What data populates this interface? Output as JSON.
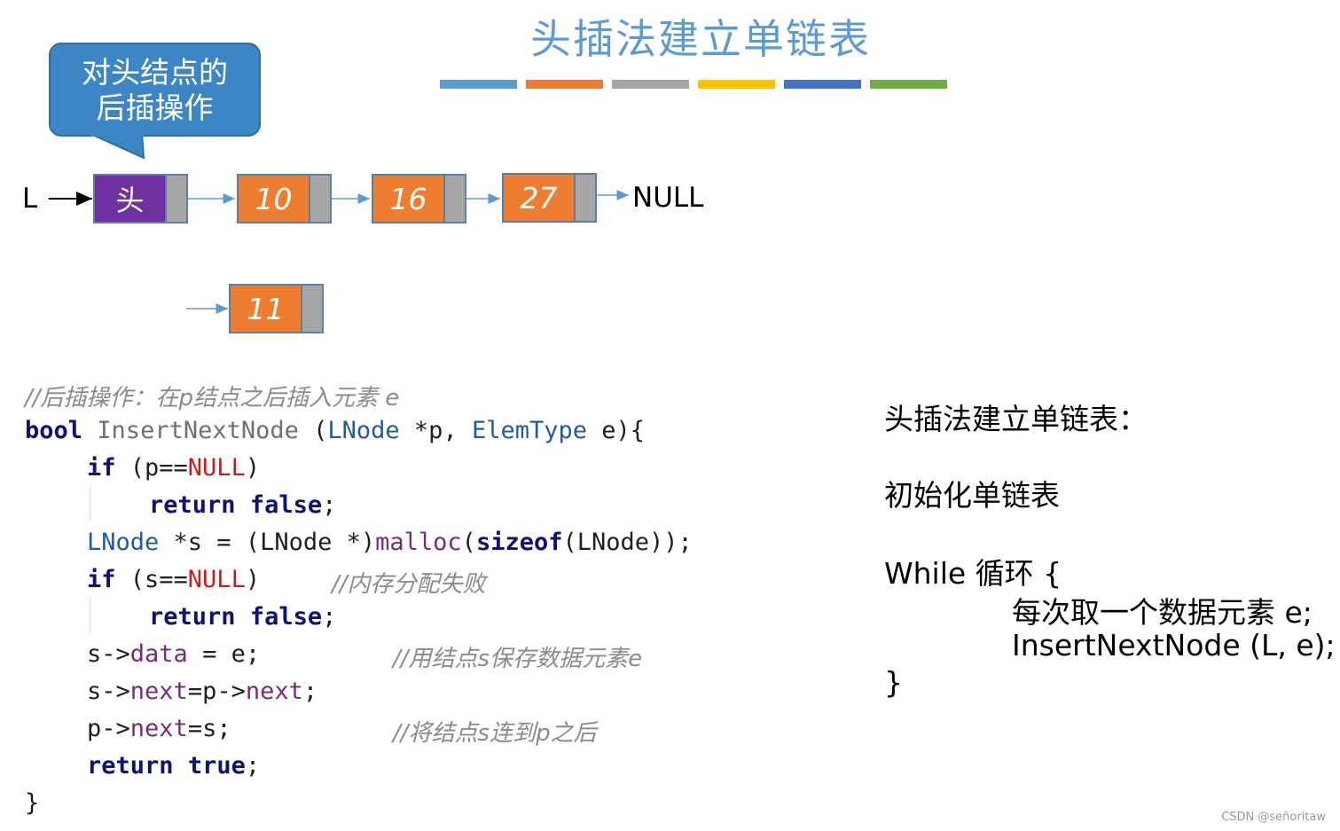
{
  "title": "头插法建立单链表",
  "title_bar_colors": [
    "#5b9bd5",
    "#ed7d31",
    "#a5a5a5",
    "#ffc000",
    "#4472c4",
    "#70ad47"
  ],
  "callout": {
    "line1": "对头结点的",
    "line2": "后插操作"
  },
  "diagram": {
    "list_pointer": "L",
    "nodes": [
      {
        "label": "头",
        "color": "#7030a0"
      },
      {
        "label": "10",
        "color": "#ed7d31"
      },
      {
        "label": "16",
        "color": "#ed7d31"
      },
      {
        "label": "27",
        "color": "#ed7d31"
      }
    ],
    "null_label": "NULL",
    "new_node": {
      "label": "11",
      "color": "#ed7d31"
    }
  },
  "code": {
    "comment1": "//后插操作：在p结点之后插入元素 e",
    "kw_bool": "bool",
    "fn_name": "InsertNextNode",
    "sig_open": " (",
    "ty_lnode": "LNode",
    "sig_p": " *p, ",
    "ty_elem": "ElemType",
    "sig_e": " e){",
    "kw_if": "if",
    "cond_p_open": " (p==",
    "null": "NULL",
    "close_paren": ")",
    "kw_return": "return",
    "kw_false": "false",
    "semi": ";",
    "line4_a": "LNode",
    "line4_b": " *s = (LNode *)",
    "line4_malloc": "malloc",
    "line4_c": "(",
    "line4_sizeof": "sizeof",
    "line4_d": "(LNode));",
    "cond_s_open": " (s==",
    "comment2": "//内存分配失败",
    "l7_a": "s->",
    "l7_data": "data",
    "l7_b": " = e;",
    "comment3": "//用结点s保存数据元素e",
    "l8_a": "s->",
    "l8_next": "next",
    "l8_b": "=p->",
    "l8_next2": "next",
    "l8_c": ";",
    "l9_a": "p->",
    "l9_next": "next",
    "l9_b": "=s;",
    "comment4": "//将结点s连到p之后",
    "kw_true": "true",
    "close_brace": "}"
  },
  "pseudo": {
    "heading": "头插法建立单链表：",
    "init": "初始化单链表",
    "while_open": "While 循环 {",
    "step1": "每次取一个数据元素 e;",
    "step2": "InsertNextNode (L, e);",
    "while_close": "}"
  },
  "credit": "CSDN @señoritaw"
}
